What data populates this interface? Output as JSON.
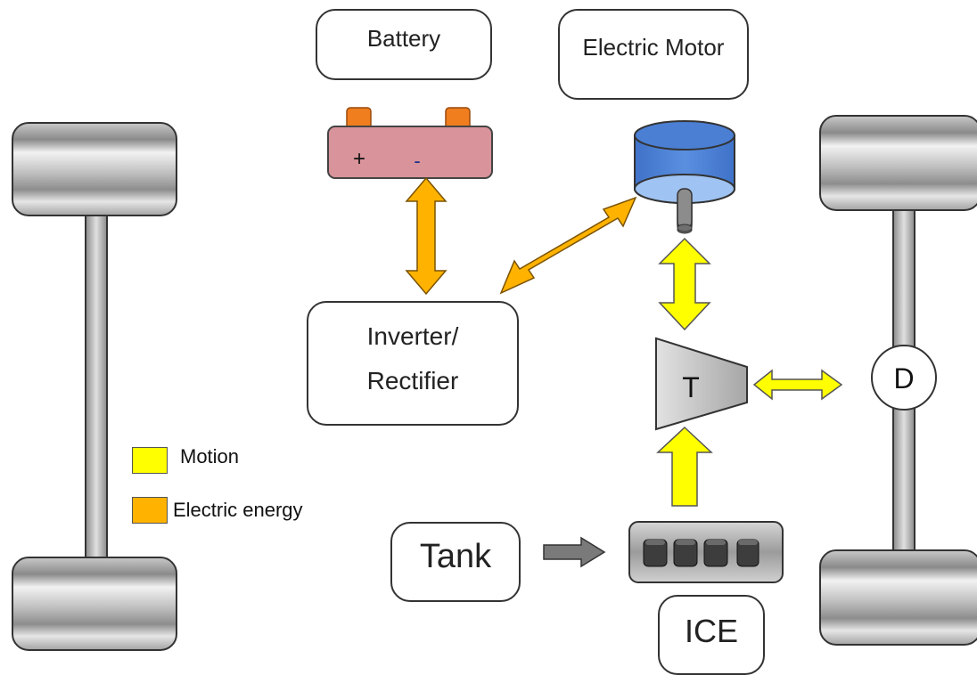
{
  "labels": {
    "battery": "Battery",
    "electric_motor": "Electric Motor",
    "inverter_line1": "Inverter/",
    "inverter_line2": "Rectifier",
    "tank": "Tank",
    "ice": "ICE",
    "transmission": "T",
    "differential": "D",
    "battery_plus": "+",
    "battery_minus": "-"
  },
  "legend": [
    {
      "label": "Motion",
      "color": "#ffff00"
    },
    {
      "label": "Electric energy",
      "color": "#ffb300"
    }
  ],
  "colors": {
    "motion_arrow": "#ffff00",
    "electric_arrow": "#ffb300",
    "battery_body": "#d9939a",
    "battery_terminal": "#f07d1e",
    "motor_body": "#4a7fd0"
  }
}
